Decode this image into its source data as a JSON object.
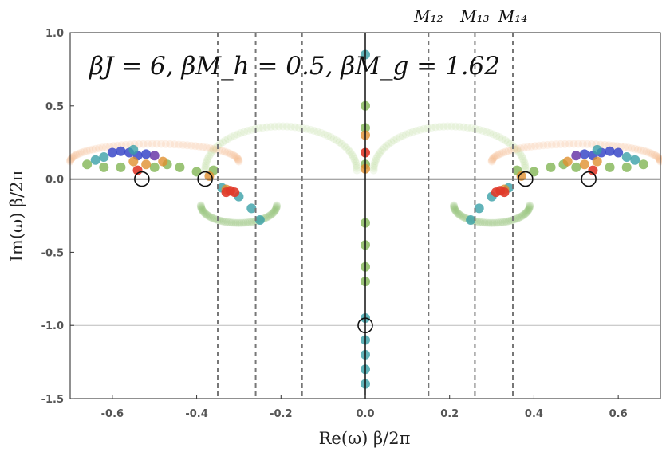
{
  "chart_data": {
    "type": "scatter",
    "title": "",
    "annotation": "βJ = 6, βM_h = 0.5, βM_g = 1.62",
    "xlabel": "Re(ω) β/2π",
    "ylabel": "Im(ω) β/2π",
    "xlim": [
      -0.7,
      0.7
    ],
    "ylim": [
      -1.5,
      1.0
    ],
    "xticks": [
      -0.6,
      -0.4,
      -0.2,
      0.0,
      0.2,
      0.4,
      0.6
    ],
    "xtick_labels": [
      "-0.6",
      "-0.4",
      "-0.2",
      "0.0",
      "0.2",
      "0.4",
      "0.6"
    ],
    "yticks": [
      1.0,
      0.5,
      0.0,
      -0.5,
      -1.0,
      -1.5
    ],
    "ytick_labels": [
      "1.0",
      "0.5",
      "0.0",
      "-0.5",
      "-1.0",
      "-1.5"
    ],
    "grid": false,
    "reference_lines": {
      "horizontal_solid": [
        0.0
      ],
      "horizontal_light": [
        -1.0
      ],
      "vertical_solid": [
        0.0
      ]
    },
    "mass_lines": {
      "x": [
        -0.35,
        -0.26,
        -0.15,
        0.15,
        0.26,
        0.35
      ],
      "labels": [
        {
          "text": "M₁₂",
          "x": 0.15
        },
        {
          "text": "M₁₃",
          "x": 0.26
        },
        {
          "text": "M₁₄",
          "x": 0.35
        }
      ]
    },
    "open_circles": [
      {
        "x": -0.53,
        "y": 0.0
      },
      {
        "x": -0.38,
        "y": 0.0
      },
      {
        "x": 0.0,
        "y": -1.0
      },
      {
        "x": 0.38,
        "y": 0.0
      },
      {
        "x": 0.53,
        "y": 0.0
      }
    ],
    "pole_clusters": [
      {
        "color": "#3a48c8",
        "opacity": 0.85,
        "points": [
          [
            -0.6,
            0.18
          ],
          [
            -0.58,
            0.19
          ],
          [
            -0.56,
            0.18
          ],
          [
            -0.54,
            0.16
          ],
          [
            0.6,
            0.18
          ],
          [
            0.58,
            0.19
          ],
          [
            0.56,
            0.18
          ],
          [
            0.54,
            0.16
          ],
          [
            -0.52,
            0.17
          ],
          [
            0.52,
            0.17
          ]
        ]
      },
      {
        "color": "#6a3aa8",
        "opacity": 0.85,
        "points": [
          [
            -0.5,
            0.16
          ],
          [
            0.5,
            0.16
          ]
        ]
      },
      {
        "color": "#3aa0a8",
        "opacity": 0.8,
        "points": [
          [
            -0.62,
            0.15
          ],
          [
            -0.64,
            0.13
          ],
          [
            -0.55,
            0.2
          ],
          [
            0.62,
            0.15
          ],
          [
            0.64,
            0.13
          ],
          [
            0.55,
            0.2
          ],
          [
            -0.34,
            -0.06
          ],
          [
            -0.3,
            -0.12
          ],
          [
            -0.27,
            -0.2
          ],
          [
            -0.25,
            -0.28
          ],
          [
            0.34,
            -0.06
          ],
          [
            0.3,
            -0.12
          ],
          [
            0.27,
            -0.2
          ],
          [
            0.25,
            -0.28
          ],
          [
            0.0,
            0.85
          ],
          [
            0.0,
            -0.95
          ],
          [
            0.0,
            -1.1
          ],
          [
            0.0,
            -1.2
          ],
          [
            0.0,
            -1.3
          ],
          [
            0.0,
            -1.4
          ]
        ]
      },
      {
        "color": "#7ab04a",
        "opacity": 0.75,
        "points": [
          [
            -0.66,
            0.1
          ],
          [
            -0.62,
            0.08
          ],
          [
            -0.58,
            0.08
          ],
          [
            -0.5,
            0.08
          ],
          [
            -0.47,
            0.1
          ],
          [
            -0.44,
            0.08
          ],
          [
            -0.4,
            0.05
          ],
          [
            -0.36,
            0.06
          ],
          [
            0.66,
            0.1
          ],
          [
            0.62,
            0.08
          ],
          [
            0.58,
            0.08
          ],
          [
            0.5,
            0.08
          ],
          [
            0.47,
            0.1
          ],
          [
            0.44,
            0.08
          ],
          [
            0.4,
            0.05
          ],
          [
            0.36,
            0.06
          ],
          [
            0.0,
            0.5
          ],
          [
            0.0,
            0.35
          ],
          [
            0.0,
            0.1
          ],
          [
            0.0,
            -0.3
          ],
          [
            0.0,
            -0.45
          ],
          [
            0.0,
            -0.6
          ],
          [
            0.0,
            -0.7
          ]
        ]
      },
      {
        "color": "#e09030",
        "opacity": 0.8,
        "points": [
          [
            -0.55,
            0.12
          ],
          [
            -0.52,
            0.1
          ],
          [
            -0.48,
            0.12
          ],
          [
            -0.37,
            0.02
          ],
          [
            -0.33,
            -0.07
          ],
          [
            0.55,
            0.12
          ],
          [
            0.52,
            0.1
          ],
          [
            0.48,
            0.12
          ],
          [
            0.37,
            0.02
          ],
          [
            0.33,
            -0.07
          ],
          [
            0.0,
            0.3
          ],
          [
            0.0,
            0.07
          ]
        ]
      },
      {
        "color": "#e03a2a",
        "opacity": 0.9,
        "points": [
          [
            -0.54,
            0.06
          ],
          [
            -0.33,
            -0.09
          ],
          [
            -0.32,
            -0.08
          ],
          [
            -0.31,
            -0.09
          ],
          [
            0.54,
            0.06
          ],
          [
            0.33,
            -0.09
          ],
          [
            0.32,
            -0.08
          ],
          [
            0.31,
            -0.09
          ],
          [
            0.0,
            0.18
          ]
        ]
      }
    ]
  }
}
